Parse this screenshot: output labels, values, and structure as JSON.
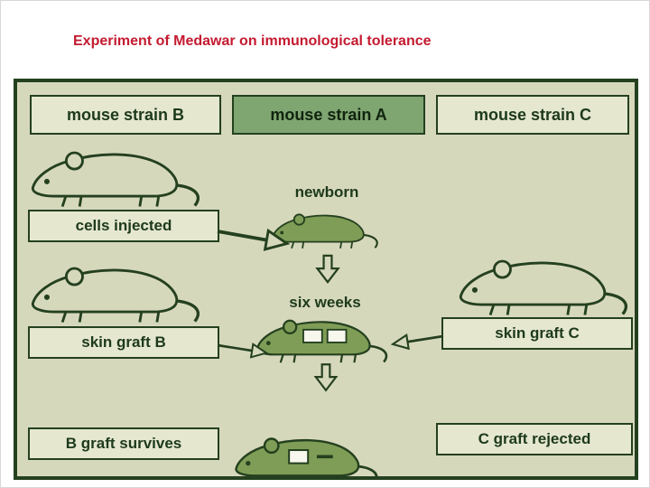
{
  "title": "Experiment of Medawar on immunological tolerance",
  "headers": {
    "strain_b": "mouse strain B",
    "strain_a": "mouse strain A",
    "strain_c": "mouse strain C"
  },
  "labels": {
    "cells_injected": "cells injected",
    "newborn": "newborn",
    "six_weeks": "six weeks",
    "skin_graft_b": "skin graft B",
    "skin_graft_c": "skin graft C",
    "b_graft_survives": "B graft survives",
    "c_graft_rejected": "C graft rejected"
  },
  "colors": {
    "title_red": "#c41a30",
    "diagram_bg": "#d6d8bc",
    "box_fill": "#e5e7cf",
    "strain_a_fill": "#7fa571",
    "dark_mouse": "#7f9d56",
    "line": "#24401f",
    "text_green": "#1d3a1a"
  }
}
